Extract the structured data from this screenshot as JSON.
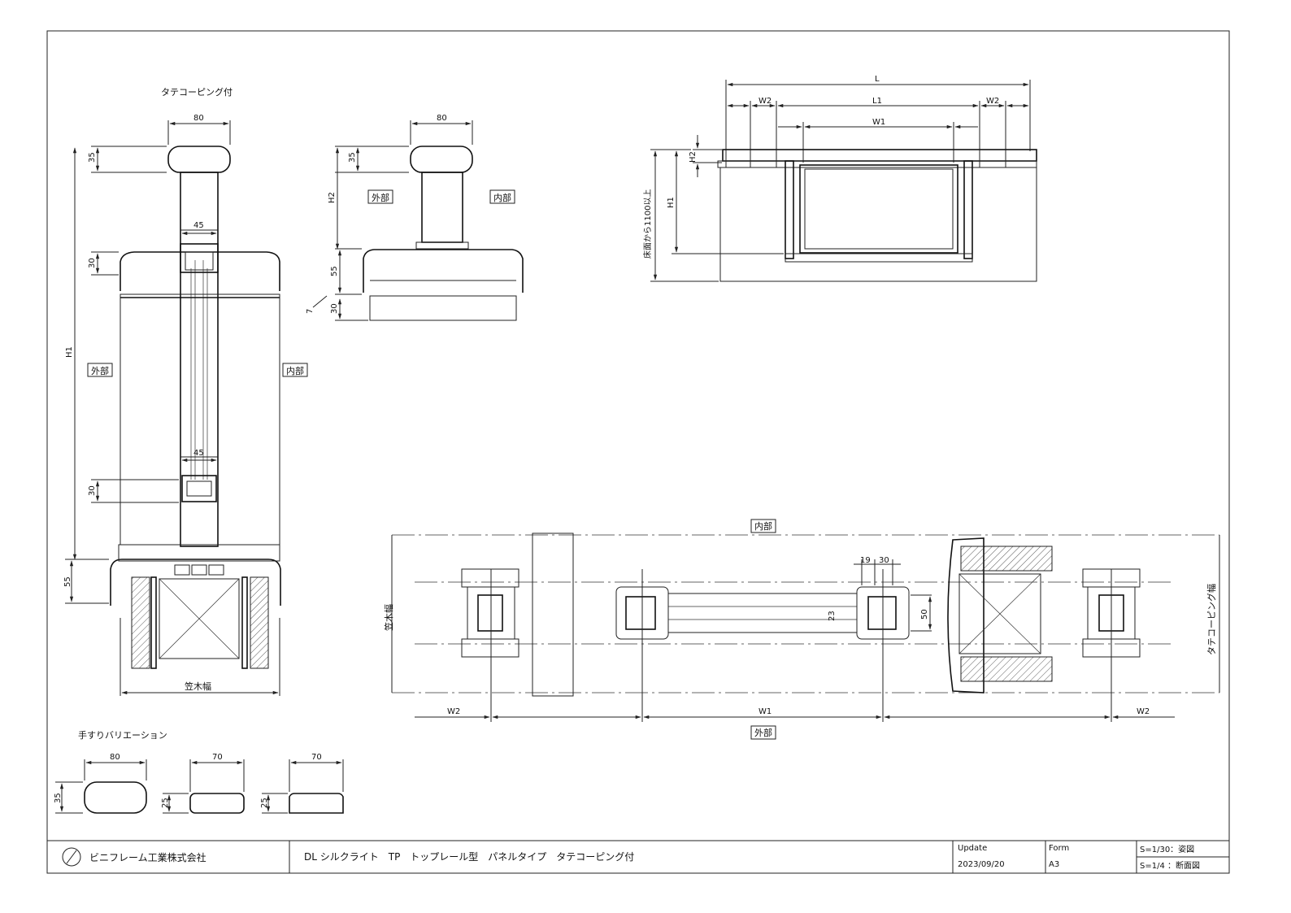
{
  "drawing": {
    "section_view": {
      "title": "タテコーピング付",
      "dims": {
        "w80": "80",
        "h35": "35",
        "w45_top": "45",
        "h30_top": "30",
        "h1": "H1",
        "w45_bot": "45",
        "h30_bot": "30",
        "h55": "55",
        "base_width": "笠木幅"
      },
      "exterior_label": "外部",
      "interior_label": "内部"
    },
    "end_view": {
      "dims": {
        "w80": "80",
        "h35": "35",
        "h2": "H2",
        "h55": "55",
        "h7": "7",
        "h30": "30"
      },
      "exterior_label": "外部",
      "interior_label": "内部"
    },
    "elevation_view": {
      "dims": {
        "L": "L",
        "W2_left": "W2",
        "L1": "L1",
        "W2_right": "W2",
        "W1": "W1",
        "H2": "H2",
        "H1": "H1",
        "floor_note": "床面から1100以上"
      }
    },
    "plan_view": {
      "interior_label": "内部",
      "exterior_label": "外部",
      "dims": {
        "kasagi_width": "笠木幅",
        "coping_width": "タテコーピング幅",
        "d19": "19",
        "d30": "30",
        "d23": "23",
        "d50": "50",
        "W2_left": "W2",
        "W1": "W1",
        "W2_right": "W2"
      }
    },
    "handrail_variations": {
      "title": "手すりバリエーション",
      "items": [
        {
          "width": "80",
          "height": "35"
        },
        {
          "width": "70",
          "height": "25"
        },
        {
          "width": "70",
          "height": "25"
        }
      ]
    }
  },
  "title_block": {
    "company": "ビニフレーム工業株式会社",
    "drawing_title": "DL シルクライト　TP　トップレール型　パネルタイプ　タテコーピング付",
    "update_label": "Update",
    "update_value": "2023/09/20",
    "form_label": "Form",
    "form_value": "A3",
    "scale_1": "S=1/30：姿図",
    "scale_2": "S=1/4 ：断面図"
  }
}
